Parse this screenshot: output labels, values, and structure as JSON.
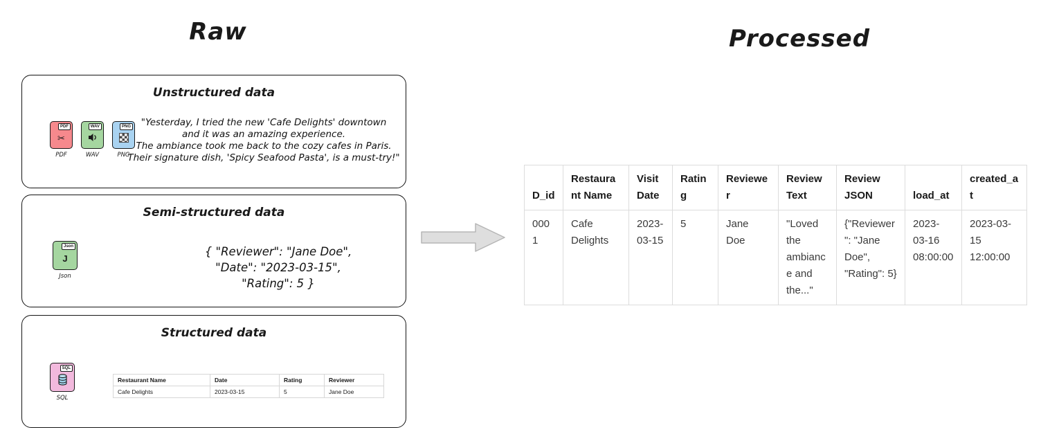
{
  "titles": {
    "raw": "Raw",
    "processed": "Processed"
  },
  "colors": {
    "pdf_icon": "#f6898d",
    "wav_icon": "#a5d6a0",
    "png_icon": "#a9d3f1",
    "json_icon": "#a5d6a0",
    "sql_icon": "#f2b9dd",
    "box_border": "#141414",
    "table_border": "#dcdcdc"
  },
  "raw": {
    "unstructured": {
      "title": "Unstructured data",
      "icons": [
        {
          "name": "pdf",
          "tag": "PDF",
          "label": "PDF"
        },
        {
          "name": "wav",
          "tag": "WAV",
          "label": "WAV"
        },
        {
          "name": "png",
          "tag": "PNG",
          "label": "PNG"
        }
      ],
      "quote_lines": [
        "\"Yesterday, I tried the new 'Cafe Delights' downtown",
        "and it was an amazing experience.",
        "The ambiance took me back to the cozy cafes in Paris.",
        "Their signature dish, 'Spicy Seafood Pasta', is a must-try!\""
      ]
    },
    "semi_structured": {
      "title": "Semi-structured data",
      "icon": {
        "tag": "Json",
        "label": "Json"
      },
      "json_lines": [
        "{  \"Reviewer\": \"Jane Doe\",",
        "\"Date\": \"2023-03-15\",",
        "\"Rating\": 5  }"
      ]
    },
    "structured": {
      "title": "Structured data",
      "icon": {
        "tag": "SQL",
        "label": "SQL"
      },
      "table": {
        "headers": [
          "Restaurant Name",
          "Date",
          "Rating",
          "Reviewer"
        ],
        "row": [
          "Cafe Delights",
          "2023-03-15",
          "5",
          "Jane Doe"
        ]
      }
    }
  },
  "processed": {
    "headers": [
      "D_id",
      "Restaurant Name",
      "Visit Date",
      "Rating",
      "Reviewer",
      "Review Text",
      "Review JSON",
      "load_at",
      "created_at"
    ],
    "row": [
      "0001",
      "Cafe Delights",
      "2023-03-15",
      "5",
      "Jane Doe",
      "\"Loved the ambiance and the...\"",
      "{\"Reviewer\": \"Jane Doe\", \"Rating\": 5}",
      "2023-03-16 08:00:00",
      "2023-03-15 12:00:00"
    ]
  }
}
